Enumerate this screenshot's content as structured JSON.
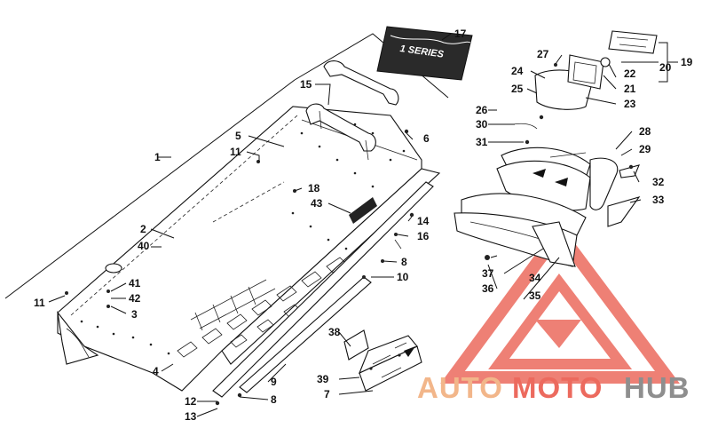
{
  "watermark": {
    "brand_parts": [
      "AUTO",
      "MOTO",
      "HUB"
    ],
    "colors": {
      "auto": "#f2b68a",
      "moto": "#ec6a5e",
      "hub": "#8e8e8e",
      "triangle": "#ec6a5e"
    }
  },
  "decal": {
    "text": "1 SERIES"
  },
  "callouts": {
    "c1": "1",
    "c2": "2",
    "c3": "3",
    "c4": "4",
    "c5": "5",
    "c6": "6",
    "c7": "7",
    "c8a": "8",
    "c8b": "8",
    "c9": "9",
    "c10": "10",
    "c11a": "11",
    "c11b": "11",
    "c12": "12",
    "c13": "13",
    "c14": "14",
    "c15": "15",
    "c16": "16",
    "c17": "17",
    "c18": "18",
    "c19": "19",
    "c20": "20",
    "c21": "21",
    "c22": "22",
    "c23": "23",
    "c24": "24",
    "c25": "25",
    "c26": "26",
    "c27": "27",
    "c28": "28",
    "c29": "29",
    "c30": "30",
    "c31": "31",
    "c32": "32",
    "c33": "33",
    "c34": "34",
    "c35": "35",
    "c36": "36",
    "c37": "37",
    "c38": "38",
    "c39": "39",
    "c40": "40",
    "c41": "41",
    "c42": "42",
    "c43": "43"
  }
}
